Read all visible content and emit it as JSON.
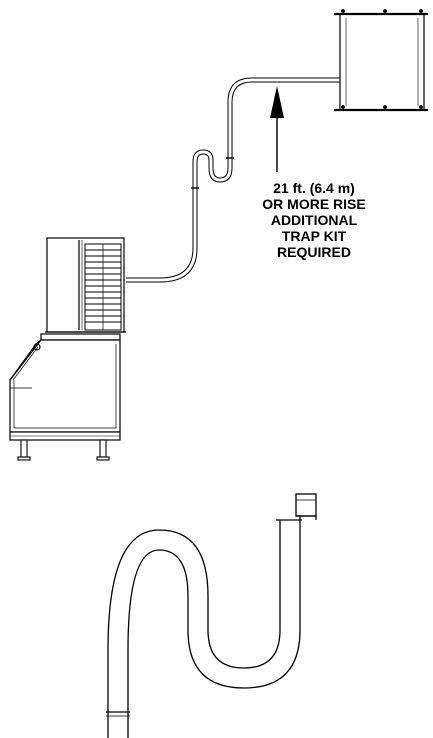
{
  "annotation": {
    "lines": [
      "21 ft. (6.4 m)",
      "OR MORE RISE",
      "ADDITIONAL",
      "TRAP KIT",
      "REQUIRED"
    ]
  },
  "colors": {
    "line": "#000000",
    "background": "#ffffff"
  }
}
